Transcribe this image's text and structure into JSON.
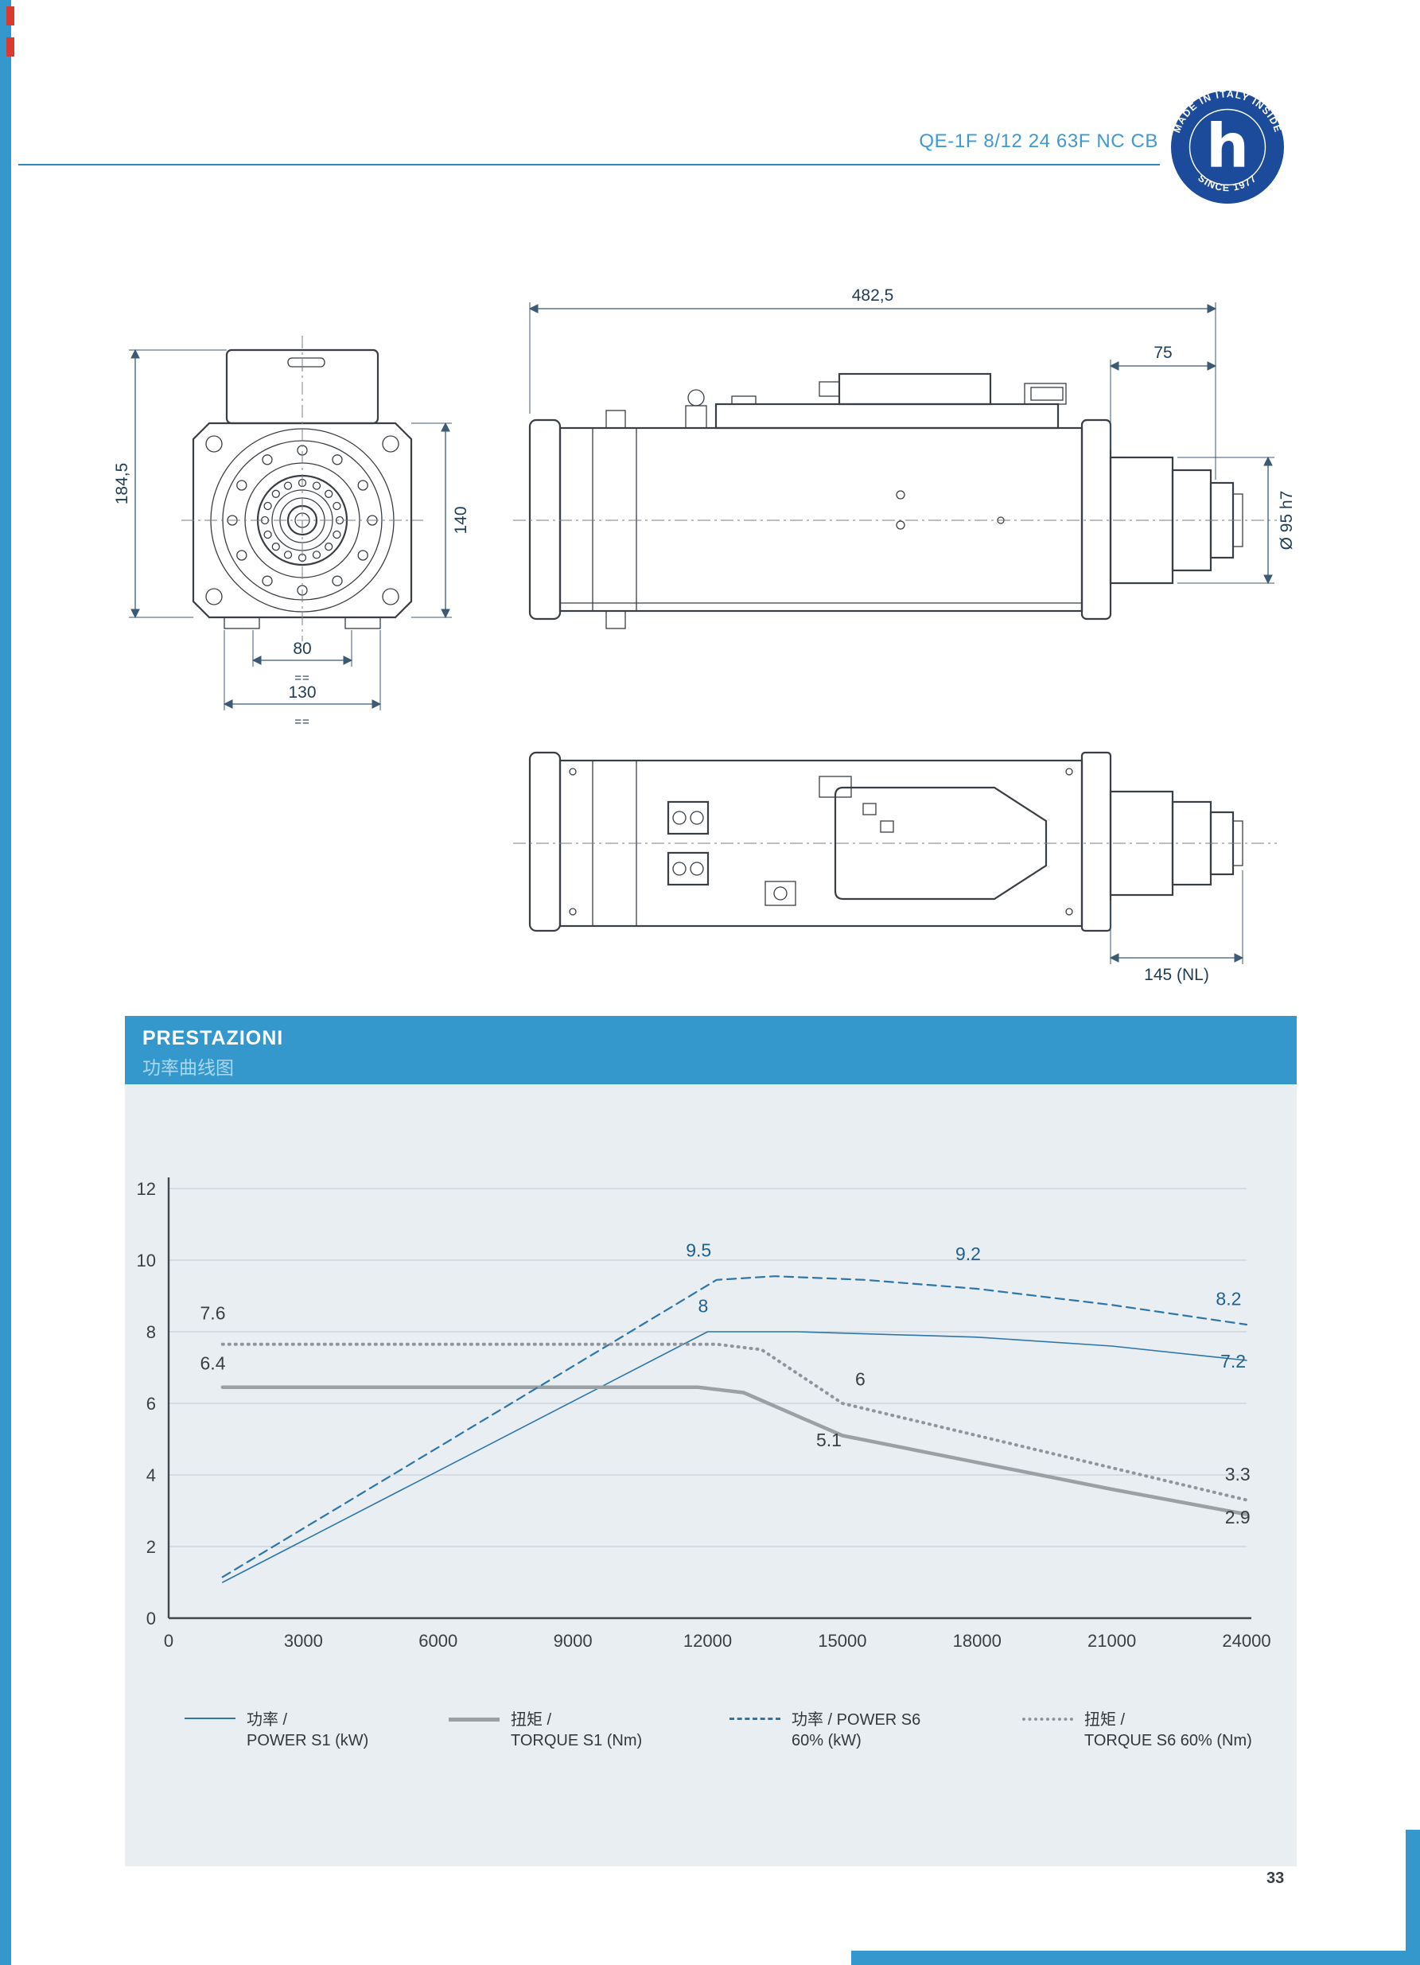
{
  "page": {
    "header_title": "QE-1F 8/12 24 63F NC CB",
    "page_number": "33",
    "badge": {
      "top": "MADE IN ITALY INSIDE",
      "bottom": "SINCE 1977",
      "letter": "h"
    }
  },
  "drawings": {
    "front_view": {
      "dim_overall_height": "184,5",
      "dim_flange_height": "140",
      "dim_foot_spacing": "80",
      "dim_flange_width": "130",
      "eq_mark_1": "==",
      "eq_mark_2": "=="
    },
    "side_view": {
      "dim_overall_length": "482,5",
      "dim_nose_length": "75",
      "dim_nose_diameter": "Ø 95 h7"
    },
    "top_view": {
      "dim_nose_length_nl": "145 (NL)"
    }
  },
  "chart": {
    "header": "PRESTAZIONI",
    "subheader": "功率曲线图",
    "legend": [
      {
        "line1": "功率 /",
        "line2": "POWER S1 (kW)"
      },
      {
        "line1": "扭矩 /",
        "line2": "TORQUE S1 (Nm)"
      },
      {
        "line1": "功率 / POWER S6",
        "line2": "60% (kW)"
      },
      {
        "line1": "扭矩 /",
        "line2": "TORQUE S6 60% (Nm)"
      }
    ]
  },
  "chart_data": {
    "type": "line",
    "title": "PRESTAZIONI",
    "xlim": [
      0,
      24000
    ],
    "ylim": [
      0,
      12
    ],
    "x_ticks": [
      0,
      3000,
      6000,
      9000,
      12000,
      15000,
      18000,
      21000,
      24000
    ],
    "y_ticks": [
      0,
      2,
      4,
      6,
      8,
      10,
      12
    ],
    "grid": "horizontal",
    "legend_position": "bottom",
    "series": [
      {
        "name": "POWER S1 (kW)",
        "style": {
          "color": "#2e75a8",
          "width": 1.6,
          "dash": ""
        },
        "points": [
          [
            1200,
            1.0
          ],
          [
            12000,
            8.0
          ],
          [
            14000,
            8.0
          ],
          [
            18000,
            7.85
          ],
          [
            21000,
            7.6
          ],
          [
            24000,
            7.2
          ]
        ]
      },
      {
        "name": "TORQUE S1 (Nm)",
        "style": {
          "color": "#9aa0a4",
          "width": 4.5,
          "dash": ""
        },
        "points": [
          [
            1200,
            6.45
          ],
          [
            11800,
            6.45
          ],
          [
            12800,
            6.3
          ],
          [
            15000,
            5.1
          ],
          [
            18000,
            4.35
          ],
          [
            21000,
            3.6
          ],
          [
            24000,
            2.9
          ]
        ]
      },
      {
        "name": "POWER S6 60% (kW)",
        "style": {
          "color": "#2e75a8",
          "width": 2.2,
          "dash": "11 7"
        },
        "points": [
          [
            1200,
            1.15
          ],
          [
            12200,
            9.45
          ],
          [
            13500,
            9.55
          ],
          [
            15500,
            9.45
          ],
          [
            18000,
            9.2
          ],
          [
            21000,
            8.75
          ],
          [
            24000,
            8.2
          ]
        ]
      },
      {
        "name": "TORQUE S6 60% (Nm)",
        "style": {
          "color": "#8f959a",
          "width": 4,
          "dash": "1 7"
        },
        "points": [
          [
            1200,
            7.65
          ],
          [
            12200,
            7.65
          ],
          [
            13200,
            7.5
          ],
          [
            15000,
            6.0
          ],
          [
            18000,
            5.1
          ],
          [
            21000,
            4.2
          ],
          [
            24000,
            3.3
          ]
        ]
      }
    ],
    "annotations": [
      {
        "x": 11800,
        "y": 10.1,
        "label": "9.5",
        "color": "#1f608f"
      },
      {
        "x": 17800,
        "y": 10.0,
        "label": "9.2",
        "color": "#1f608f"
      },
      {
        "x": 23600,
        "y": 8.75,
        "label": "8.2",
        "color": "#1f608f"
      },
      {
        "x": 11900,
        "y": 8.55,
        "label": "8",
        "color": "#1f608f"
      },
      {
        "x": 23700,
        "y": 7.0,
        "label": "7.2",
        "color": "#1f608f"
      },
      {
        "x": 700,
        "y": 8.35,
        "label": "7.6",
        "color": "#3a3f44",
        "anchor": "start"
      },
      {
        "x": 700,
        "y": 6.95,
        "label": "6.4",
        "color": "#3a3f44",
        "anchor": "start"
      },
      {
        "x": 15400,
        "y": 6.5,
        "label": "6",
        "color": "#3a3f44"
      },
      {
        "x": 14700,
        "y": 4.8,
        "label": "5.1",
        "color": "#3a3f44"
      },
      {
        "x": 23800,
        "y": 3.85,
        "label": "3.3",
        "color": "#3a3f44"
      },
      {
        "x": 23800,
        "y": 2.65,
        "label": "2.9",
        "color": "#3a3f44"
      }
    ]
  }
}
